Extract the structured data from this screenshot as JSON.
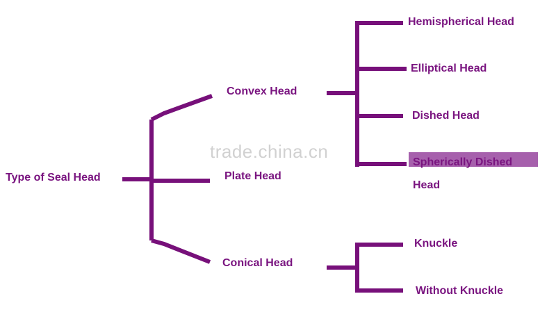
{
  "colors": {
    "line": "#77107a",
    "text": "#7a1580",
    "watermark": "#c9c9c9"
  },
  "diagram": {
    "root": {
      "label": "Type of Seal Head"
    },
    "level1": {
      "convex": {
        "label": "Convex Head"
      },
      "plate": {
        "label": "Plate Head"
      },
      "conical": {
        "label": "Conical Head"
      }
    },
    "convex_children": [
      {
        "label": "Hemispherical Head"
      },
      {
        "label": "Elliptical Head"
      },
      {
        "label": "Dished Head"
      },
      {
        "label": "Spherically Dished Head"
      }
    ],
    "conical_children": [
      {
        "label": "Knuckle"
      },
      {
        "label": "Without Knuckle"
      }
    ]
  },
  "watermark": "trade.china.cn"
}
